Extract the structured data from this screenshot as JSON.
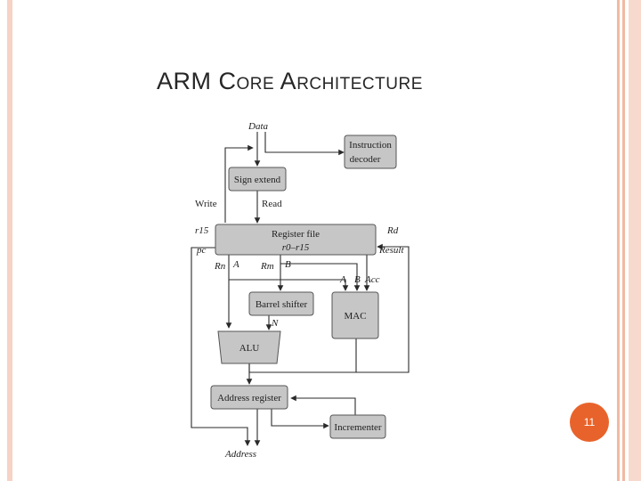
{
  "slide": {
    "title_parts": [
      {
        "text": "ARM ",
        "small_caps": false
      },
      {
        "text": "Core",
        "small_caps": true
      },
      {
        "text": " A",
        "small_caps": false
      },
      {
        "text": "rchitecture",
        "small_caps": true
      }
    ],
    "page_number": "11",
    "accent_color": "#e8632b"
  },
  "diagram": {
    "blocks": {
      "instruction_decoder": [
        "Instruction",
        "decoder"
      ],
      "sign_extend": "Sign extend",
      "register_file": [
        "Register file",
        "r0–r15"
      ],
      "barrel_shifter": "Barrel shifter",
      "mac": "MAC",
      "alu": "ALU",
      "address_register": "Address register",
      "incrementer": "Incrementer"
    },
    "labels": {
      "data": "Data",
      "write": "Write",
      "read": "Read",
      "r15": "r15",
      "pc": "pc",
      "rd": "Rd",
      "result": "Result",
      "rn": "Rn",
      "a": "A",
      "rm": "Rm",
      "b": "B",
      "mac_a": "A",
      "mac_b": "B",
      "acc": "Acc",
      "n": "N",
      "address": "Address"
    }
  }
}
